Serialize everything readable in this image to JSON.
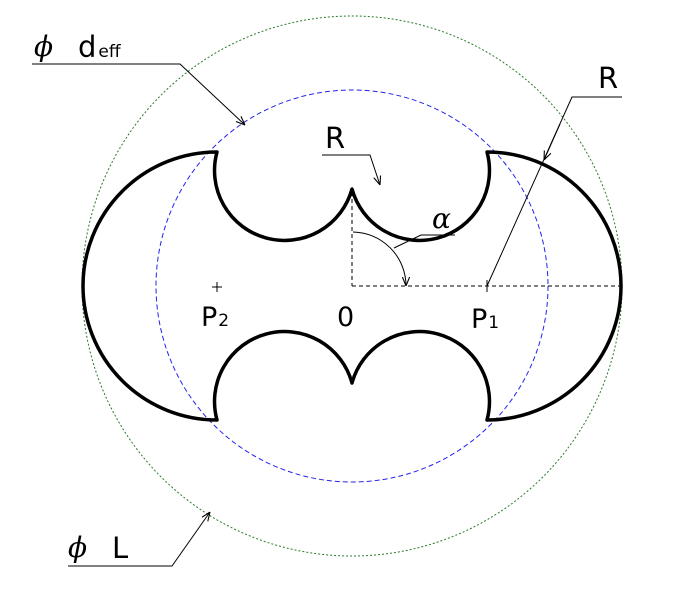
{
  "colors": {
    "outline": "#000000",
    "circle_deff": "#2222ee",
    "circle_L": "#2a7a2a"
  },
  "labels": {
    "phi_symbol": "ϕ",
    "deff_main": "d",
    "deff_sub": "eff",
    "L": "L",
    "R_top": "R",
    "R_right": "R",
    "alpha": "α",
    "origin": "0",
    "P1_main": "P",
    "P1_sub": "1",
    "P2_main": "P",
    "P2_sub": "2"
  }
}
